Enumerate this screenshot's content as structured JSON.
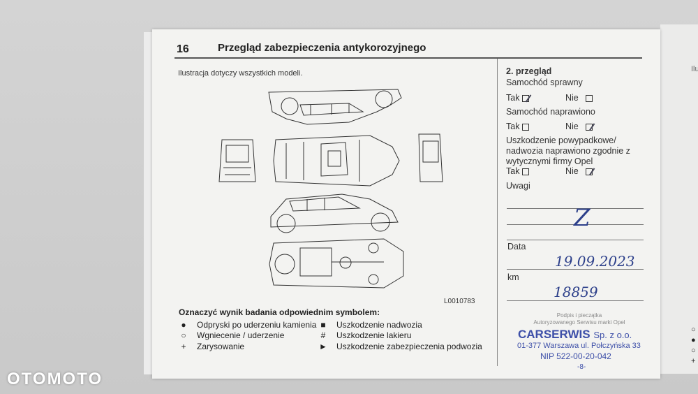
{
  "page": {
    "number": "16",
    "title": "Przegląd zabezpieczenia antykorozyjnego",
    "illustration_note": "Ilustracja dotyczy wszystkich modeli.",
    "illustration_code": "L0010783"
  },
  "legend": {
    "title": "Oznaczyć wynik badania odpowiednim symbolem:",
    "items": [
      {
        "symbol": "●",
        "label": "Odpryski po uderzeniu kamienia"
      },
      {
        "symbol": "○",
        "label": "Wgniecenie / uderzenie"
      },
      {
        "symbol": "+",
        "label": "Zarysowanie"
      },
      {
        "symbol": "■",
        "label": "Uszkodzenie nadwozia"
      },
      {
        "symbol": "#",
        "label": "Uszkodzenie lakieru"
      },
      {
        "symbol": "►",
        "label": "Uszkodzenie zabezpieczenia podwozia"
      }
    ]
  },
  "inspection": {
    "heading": "2. przegląd",
    "car_ok_label": "Samochód sprawny",
    "car_repaired_label": "Samochód naprawiono",
    "accident_label": "Uszkodzenie powypadkowe/ nadwozia naprawiono zgodnie z wytycznymi firmy Opel",
    "yes": "Tak",
    "no": "Nie",
    "remarks_label": "Uwagi",
    "date_label": "Data",
    "km_label": "km",
    "handwritten_date": "19.09.2023",
    "handwritten_km": "18859",
    "handwritten_remark": "Z"
  },
  "stamp": {
    "caption_line1": "Podpis i pieczątka",
    "caption_line2": "Autoryzowanego Serwisu marki Opel",
    "company": "CARSERWIS",
    "company_suffix": "Sp. z o.o.",
    "address": "01-377 Warszawa ul. Połczyńska 33",
    "nip": "NIP 522-00-20-042",
    "extra": "-8-"
  },
  "right_page": {
    "text": "Ilu"
  },
  "watermark": "OTOMOTO"
}
